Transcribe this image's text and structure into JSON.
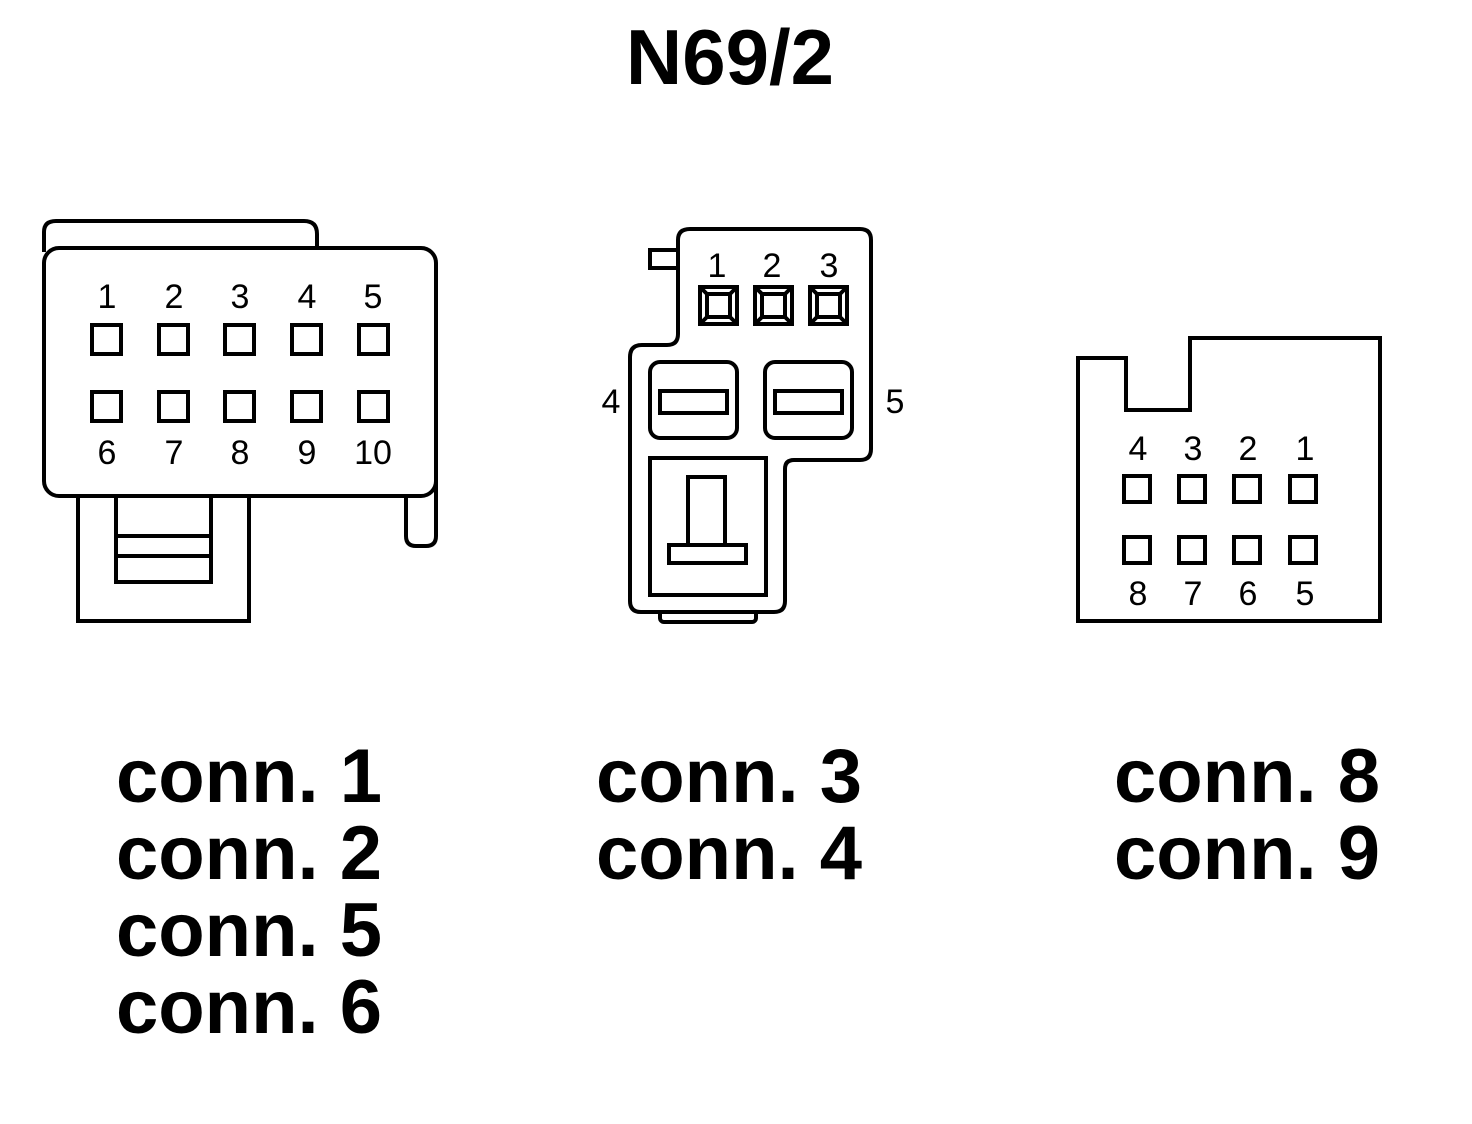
{
  "title": "N69/2",
  "connector_a": {
    "top_row": [
      "1",
      "2",
      "3",
      "4",
      "5"
    ],
    "bottom_row": [
      "6",
      "7",
      "8",
      "9",
      "10"
    ],
    "captions": [
      "conn. 1",
      "conn. 2",
      "conn. 5",
      "conn. 6"
    ]
  },
  "connector_b": {
    "top_row": [
      "1",
      "2",
      "3"
    ],
    "side_left": "4",
    "side_right": "5",
    "captions": [
      "conn. 3",
      "conn. 4"
    ]
  },
  "connector_c": {
    "top_row": [
      "4",
      "3",
      "2",
      "1"
    ],
    "bottom_row": [
      "8",
      "7",
      "6",
      "5"
    ],
    "captions": [
      "conn. 8",
      "conn. 9"
    ]
  }
}
